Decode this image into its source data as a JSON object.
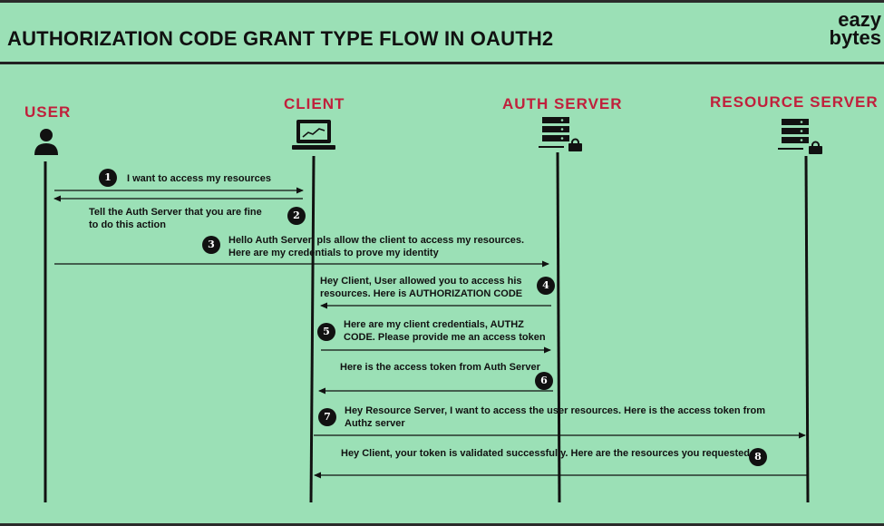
{
  "title": "AUTHORIZATION CODE GRANT TYPE FLOW IN OAUTH2",
  "logo": {
    "line1": "eazy",
    "line2": "bytes"
  },
  "actors": {
    "user": "USER",
    "client": "CLIENT",
    "auth_server": "AUTH SERVER",
    "resource_server": "RESOURCE SERVER"
  },
  "icons": {
    "user": "user-icon",
    "client": "laptop-chart-icon",
    "auth_server": "server-lock-icon",
    "resource_server": "server-lock-icon"
  },
  "steps": [
    {
      "number": "1",
      "lines": [
        "I want to access my resources"
      ]
    },
    {
      "number": "2",
      "lines": [
        "Tell the Auth Server that you are fine",
        "to do this action"
      ]
    },
    {
      "number": "3",
      "lines": [
        "Hello Auth Server, pls allow the client to access my resources.",
        "Here are my credentials to prove my identity"
      ]
    },
    {
      "number": "4",
      "lines": [
        "Hey Client, User allowed you to access his",
        "resources. Here is AUTHORIZATION CODE"
      ]
    },
    {
      "number": "5",
      "lines": [
        "Here are my client credentials, AUTHZ",
        "CODE. Please provide me an access token"
      ]
    },
    {
      "number": "6",
      "lines": [
        "Here is the access token from Auth Server"
      ]
    },
    {
      "number": "7",
      "lines": [
        "Hey Resource Server,  I want to access the user resources. Here is the access token from",
        "Authz server"
      ]
    },
    {
      "number": "8",
      "lines": [
        "Hey Client, your token is validated successfully.   Here are the resources you requested"
      ]
    }
  ]
}
